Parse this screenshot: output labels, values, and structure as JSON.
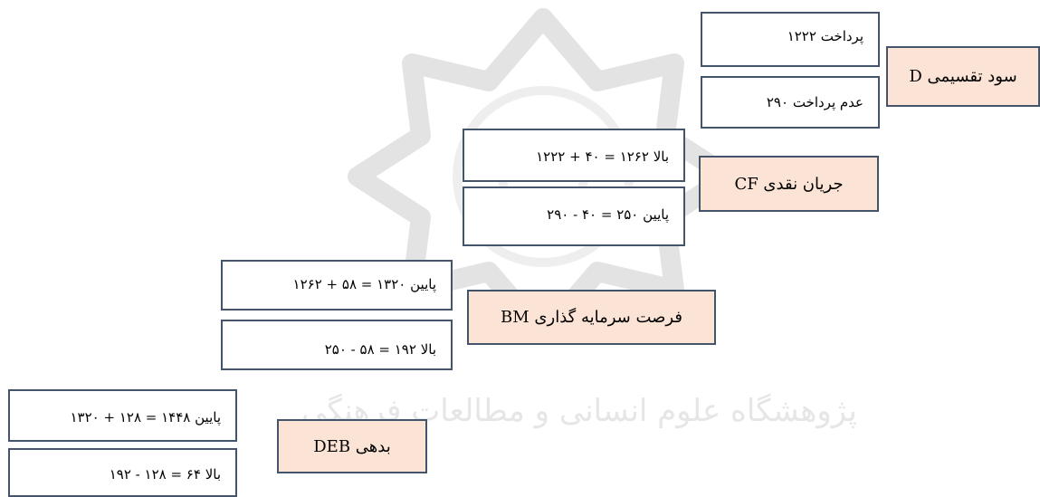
{
  "diagram": {
    "dividend": {
      "label": "سود تقسیمی D",
      "pay": "پرداخت ۱۲۲۲",
      "no_pay": "عدم پرداخت ۲۹۰"
    },
    "cash_flow": {
      "label": "جریان نقدی CF",
      "high": "بالا ۱۲۶۲ = ۴۰ + ۱۲۲۲",
      "low": "پایین ۲۵۰ = ۴۰ - ۲۹۰"
    },
    "investment": {
      "label": "فرصت سرمایه گذاری BM",
      "low": "پایین ۱۳۲۰ = ۵۸ + ۱۲۶۲",
      "high": "بالا ۱۹۲ = ۵۸ - ۲۵۰"
    },
    "debt": {
      "label": "بدهی DEB",
      "low": "پایین ۱۴۴۸ = ۱۲۸ + ۱۳۲۰",
      "high": "بالا ۶۴ = ۱۲۸ - ۱۹۲"
    },
    "watermark_text": "پژوهشگاه علوم انسانی و مطالعات فرهنگی"
  },
  "colors": {
    "box_border": "#44546a",
    "label_fill": "#fbe4d5",
    "watermark": "#e6e6e6"
  }
}
